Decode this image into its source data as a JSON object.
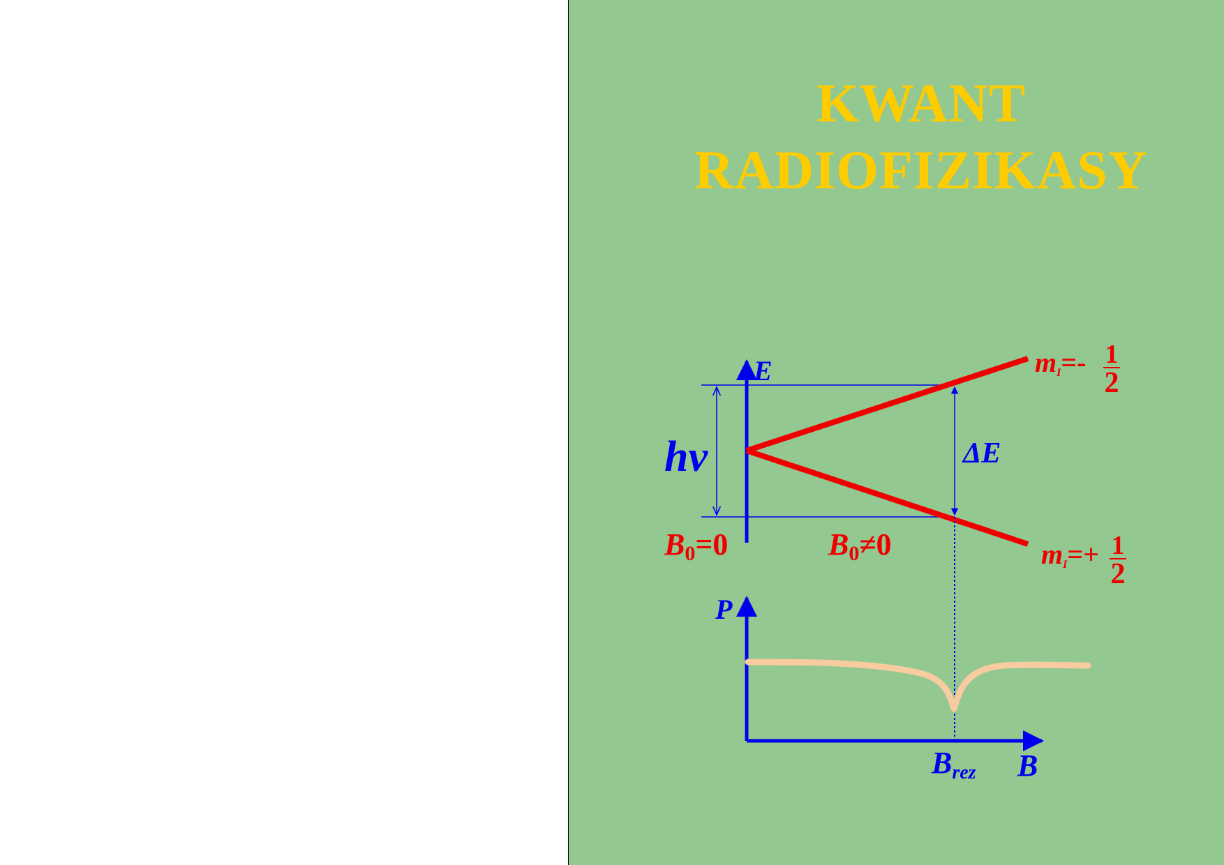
{
  "cover": {
    "background": "#93c890",
    "title_color": "#ffcc00",
    "title_line1": "KWANT",
    "title_line2": "RADIOFIZIKASY"
  },
  "diagram": {
    "colors": {
      "axes": "#0000ee",
      "levels": "#ee0000",
      "absorption_curve": "#f8cba0"
    },
    "energy_axis_label": "E",
    "photon_energy_label": "hv",
    "delta_label": "ΔE",
    "zero_field_label": "B",
    "zero_field_subscript": "0",
    "zero_field_suffix": "=0",
    "nonzero_field_label": "B",
    "nonzero_field_subscript": "0",
    "nonzero_field_suffix": "≠0",
    "upper_level": {
      "m": "m",
      "sub": "I",
      "sign": "=-",
      "num": "1",
      "den": "2"
    },
    "lower_level": {
      "m": "m",
      "sub": "I",
      "sign": "=+",
      "num": "1",
      "den": "2"
    },
    "power_axis_label": "P",
    "field_axis_label": "B",
    "resonance_label": "B",
    "resonance_subscript": "rez"
  }
}
